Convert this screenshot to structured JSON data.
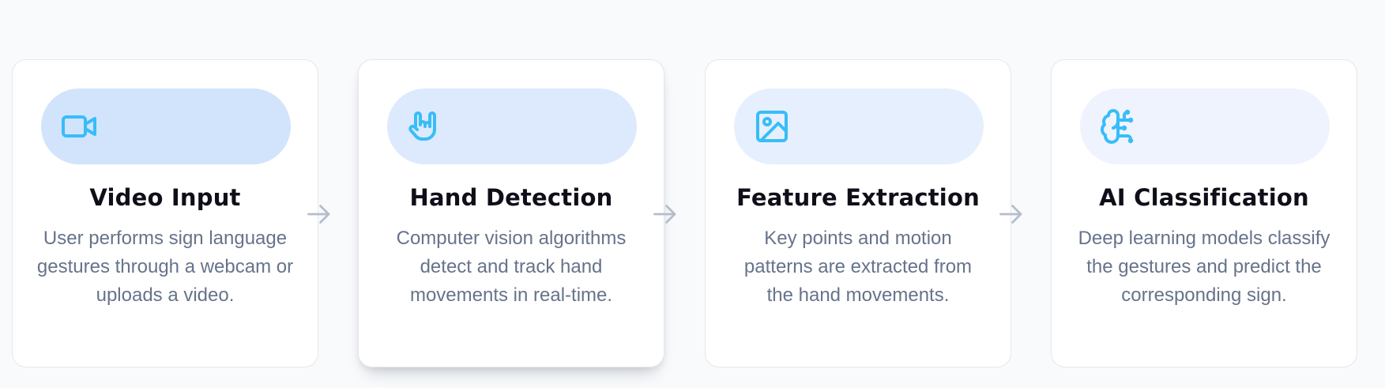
{
  "steps": [
    {
      "icon": "video-camera-icon",
      "pill_color": "#d2e3fc",
      "title": "Video Input",
      "description": "User performs sign language gestures through a webcam or uploads a video."
    },
    {
      "icon": "hand-gesture-icon",
      "pill_color": "#dde9fd",
      "title": "Hand Detection",
      "description": "Computer vision algorithms detect and track hand movements in real-time."
    },
    {
      "icon": "image-icon",
      "pill_color": "#e6effd",
      "title": "Feature Extraction",
      "description": "Key points and motion patterns are extracted from the hand movements."
    },
    {
      "icon": "brain-circuit-icon",
      "pill_color": "#eef3fd",
      "title": "AI Classification",
      "description": "Deep learning models classify the gestures and predict the corresponding sign."
    }
  ],
  "colors": {
    "icon": "#38bdf8",
    "arrow": "#b4bdcb",
    "title": "#0f0f1a",
    "text": "#66738a",
    "background": "#f8fafc"
  }
}
